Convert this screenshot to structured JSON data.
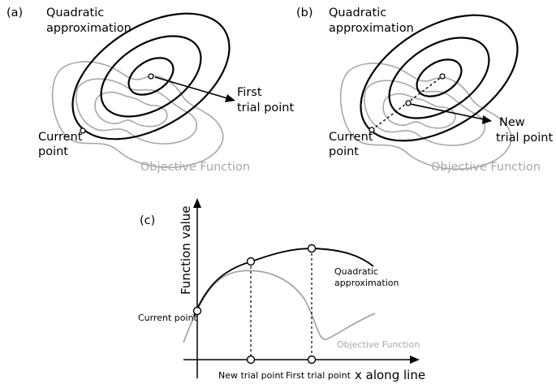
{
  "colors": {
    "ink": "#000000",
    "objective": "#a8a8a8",
    "background": "#ffffff"
  },
  "panel_a": {
    "tag": "(a)",
    "quad_line1": "Quadratic",
    "quad_line2": "approximation",
    "trial_line1": "First",
    "trial_line2": "trial point",
    "current_line1": "Current",
    "current_line2": "point",
    "objective": "Objective Function"
  },
  "panel_b": {
    "tag": "(b)",
    "quad_line1": "Quadratic",
    "quad_line2": "approximation",
    "trial_line1": "New",
    "trial_line2": "trial point",
    "current_line1": "Current",
    "current_line2": "point",
    "objective": "Objective Function"
  },
  "panel_c": {
    "tag": "(c)",
    "ylabel": "Function value",
    "xlabel": "x along line",
    "quad_line1": "Quadratic",
    "quad_line2": "approximation",
    "objective": "Objective Function",
    "current_point": "Current point",
    "new_trial": "New trial point",
    "first_trial": "First trial point"
  }
}
